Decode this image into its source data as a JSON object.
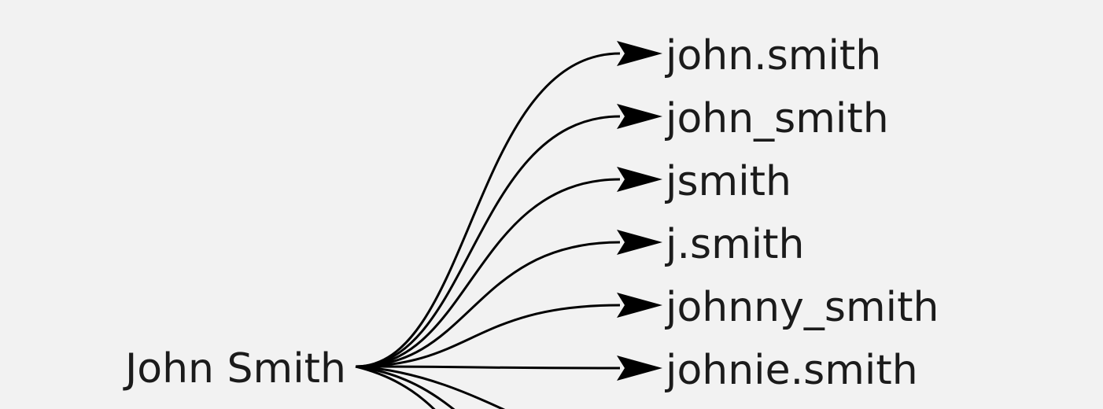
{
  "source": {
    "label": "John Smith"
  },
  "targets": [
    {
      "label": "john.smith"
    },
    {
      "label": "john_smith"
    },
    {
      "label": "jsmith"
    },
    {
      "label": "j.smith"
    },
    {
      "label": "johnny_smith"
    },
    {
      "label": "johnie.smith"
    }
  ],
  "colors": {
    "background": "#f2f2f2",
    "edge": "#000000",
    "text": "#1b1b1b"
  }
}
